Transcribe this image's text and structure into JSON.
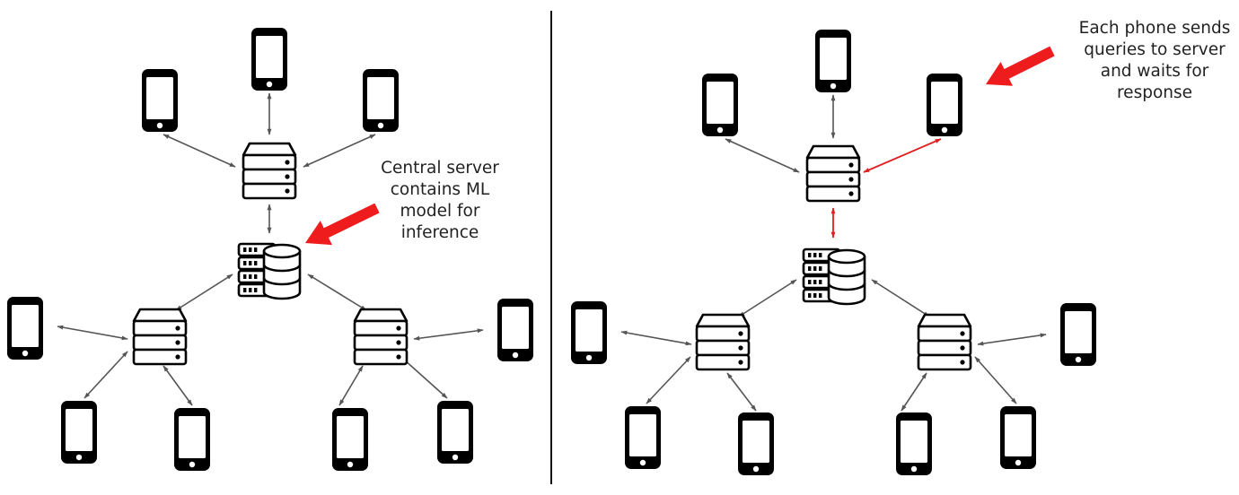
{
  "left_panel": {
    "annotation_lines": [
      "Central server",
      "contains ML",
      "model for",
      "inference"
    ]
  },
  "right_panel": {
    "annotation_lines": [
      "Each phone sends",
      "queries to server",
      "and waits for",
      "response"
    ]
  },
  "colors": {
    "device": "#000000",
    "link": "#555555",
    "highlight_link": "#e02020",
    "pointer_arrow": "#ee1c1c",
    "divider": "#111111",
    "text": "#222222"
  },
  "icons": [
    "smartphone-icon",
    "server-stack-icon",
    "database-server-icon",
    "arrow-pointer"
  ]
}
